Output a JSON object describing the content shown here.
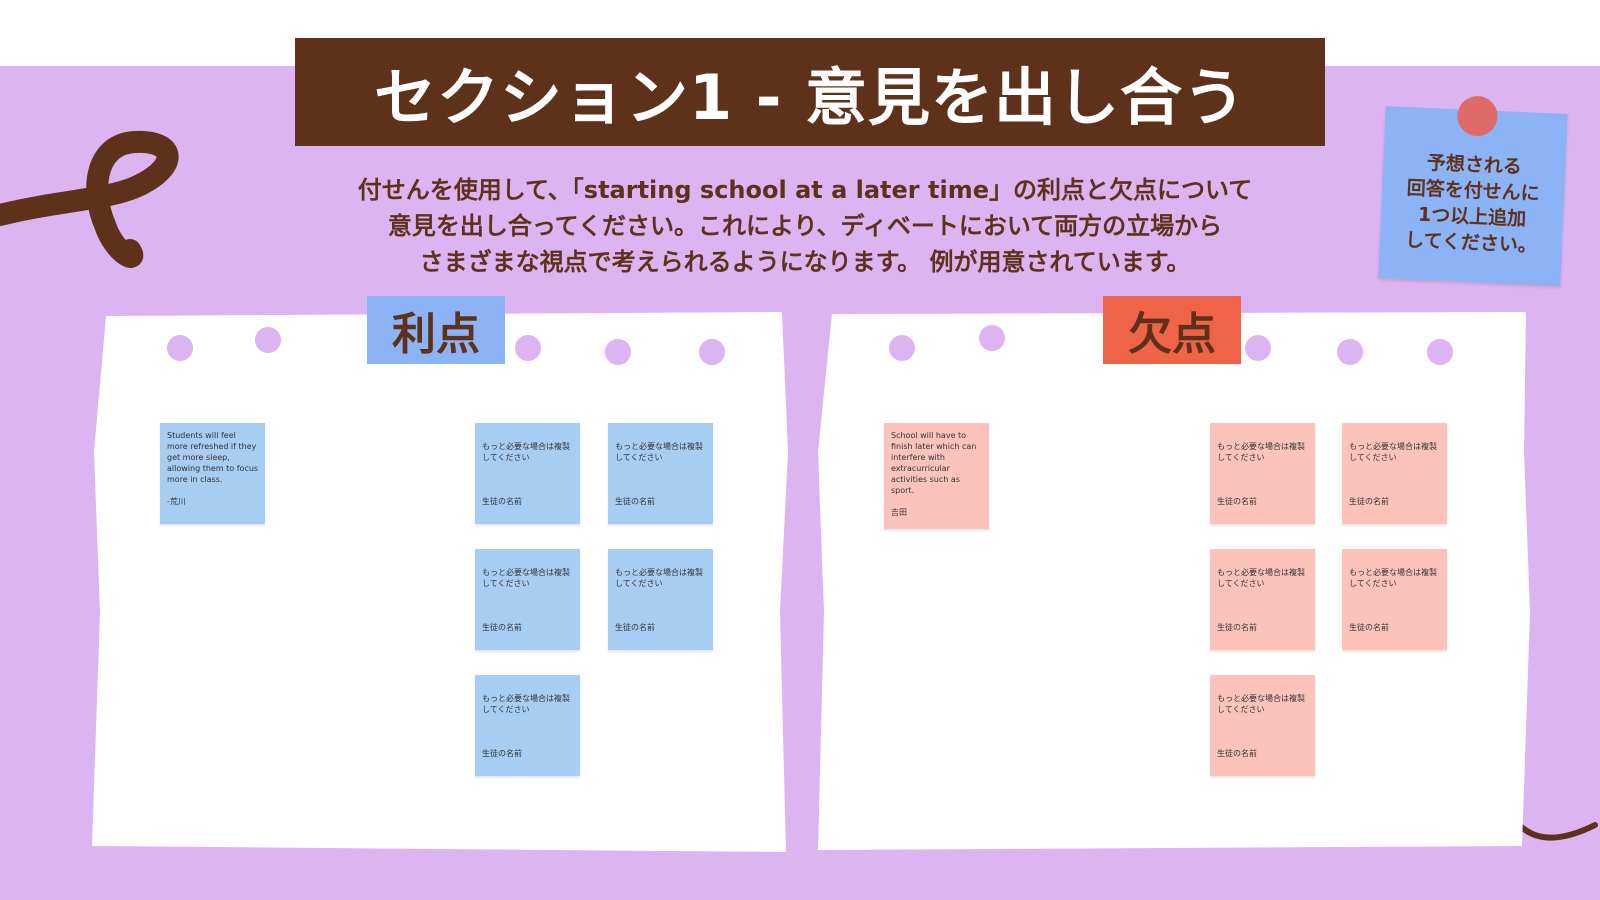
{
  "title": "セクション1 - 意見を出し合う",
  "instructions": [
    "付せんを使用して、「starting school at a later time」の利点と欠点について",
    "意見を出し合ってください。これにより、ディベートにおいて両方の立場から",
    "さまざまな視点で考えられるようになります。 例が用意されています。"
  ],
  "reminder_note": {
    "lines": [
      "予想される",
      "回答を付せんに",
      "1つ以上追加",
      "してください。"
    ]
  },
  "pros": {
    "label": "利点",
    "example_note": "Students will feel more refreshed if they get more sleep, allowing them to focus more in class.\n\n-荒川",
    "template_note": {
      "prompt": "もっと必要な場合は複製してください",
      "name_placeholder": "生徒の名前"
    }
  },
  "cons": {
    "label": "欠点",
    "example_note": "School will have to finish later which can interfere with extracurricular activities such as sport.\n\n吉田",
    "template_note": {
      "prompt": "もっと必要な場合は複製してください",
      "name_placeholder": "生徒の名前"
    }
  },
  "colors": {
    "background_band": "#dcb4f1",
    "title_bg": "#5e311b",
    "text_brown": "#5e311b",
    "pros_label_bg": "#8db3f7",
    "cons_label_bg": "#ef6448",
    "blue_sticky": "#a8cdf3",
    "pink_sticky": "#fcc3bb",
    "pin": "#e06a67"
  }
}
